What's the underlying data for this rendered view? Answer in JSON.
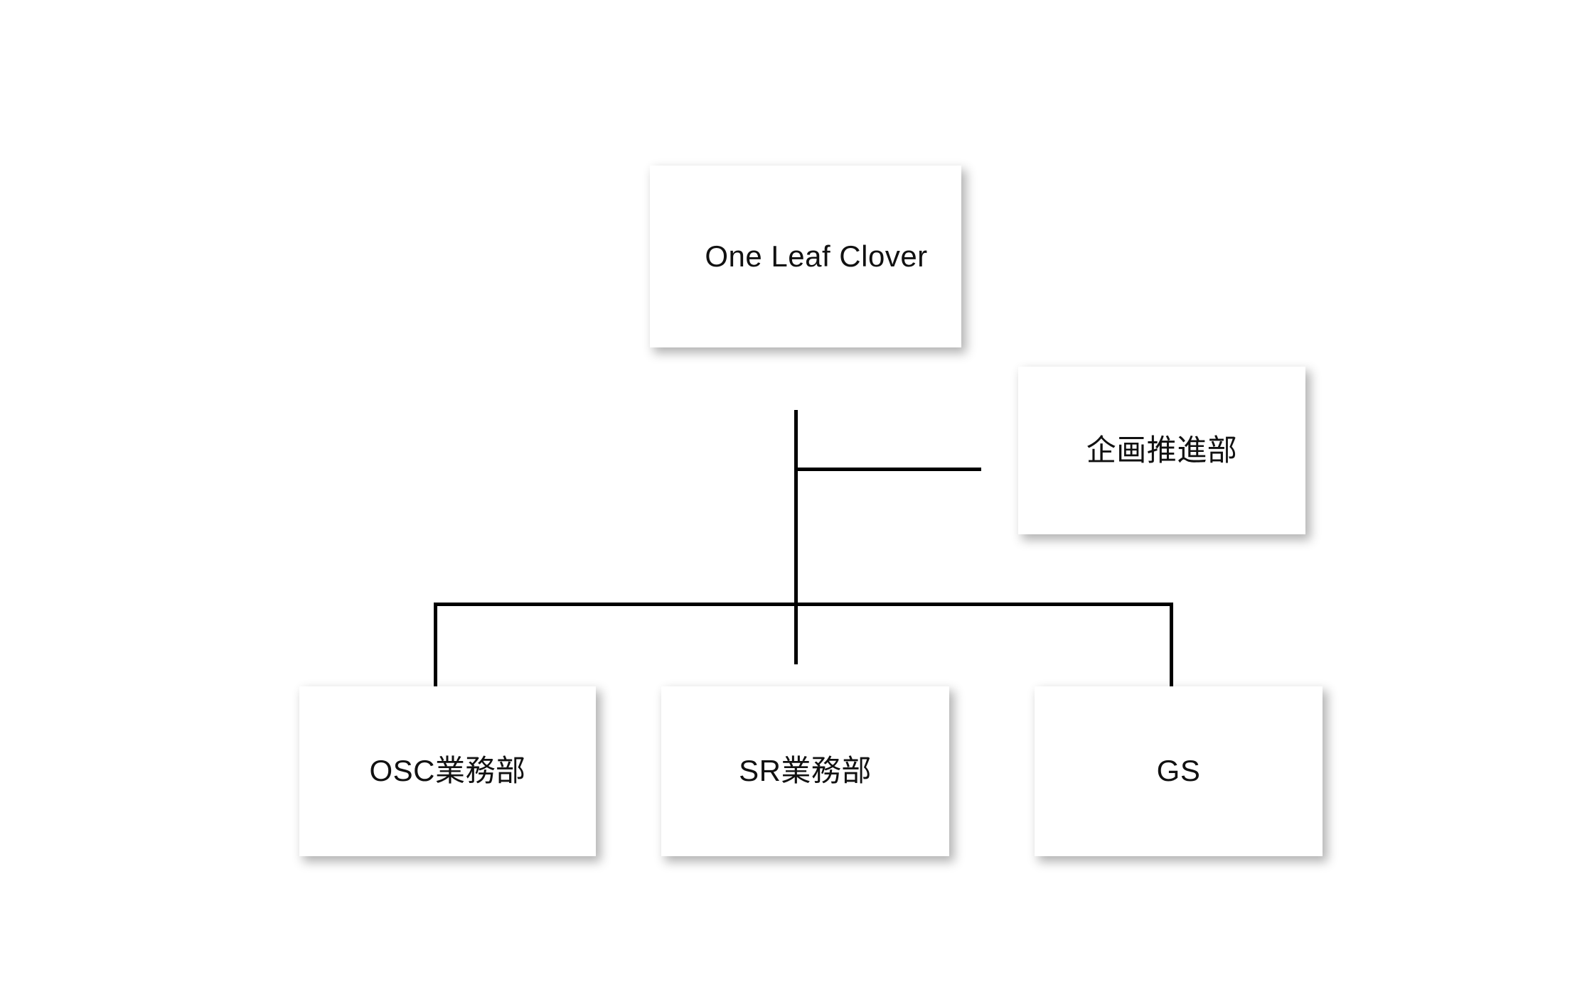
{
  "chart_data": {
    "type": "diagram",
    "diagram_type": "organization-chart",
    "title": "",
    "orientation": "top-down",
    "nodes": [
      {
        "id": "root",
        "label": "One Leaf Clover",
        "level": 0,
        "role": "root"
      },
      {
        "id": "staff",
        "label": "企画推進部",
        "level": 1,
        "role": "staff-assistant"
      },
      {
        "id": "c1",
        "label": "OSC業務部",
        "level": 2,
        "role": "division"
      },
      {
        "id": "c2",
        "label": "SR業務部",
        "level": 2,
        "role": "division"
      },
      {
        "id": "c3",
        "label": "GS",
        "level": 2,
        "role": "division"
      }
    ],
    "edges": [
      {
        "from": "root",
        "to": "staff",
        "style": "elbow-right"
      },
      {
        "from": "root",
        "to": "c1",
        "style": "elbow"
      },
      {
        "from": "root",
        "to": "c2",
        "style": "straight"
      },
      {
        "from": "root",
        "to": "c3",
        "style": "elbow"
      }
    ],
    "colors": {
      "background": "#ffffff",
      "node_fill": "#ffffff",
      "node_text": "#111111",
      "connector": "#000000",
      "shadow": "rgba(0,0,0,0.30)"
    }
  },
  "chart": {
    "root": {
      "label": "One Leaf Clover"
    },
    "staff": {
      "label": "企画推進部"
    },
    "children": [
      {
        "label": "OSC業務部"
      },
      {
        "label": "SR業務部"
      },
      {
        "label": "GS"
      }
    ]
  }
}
